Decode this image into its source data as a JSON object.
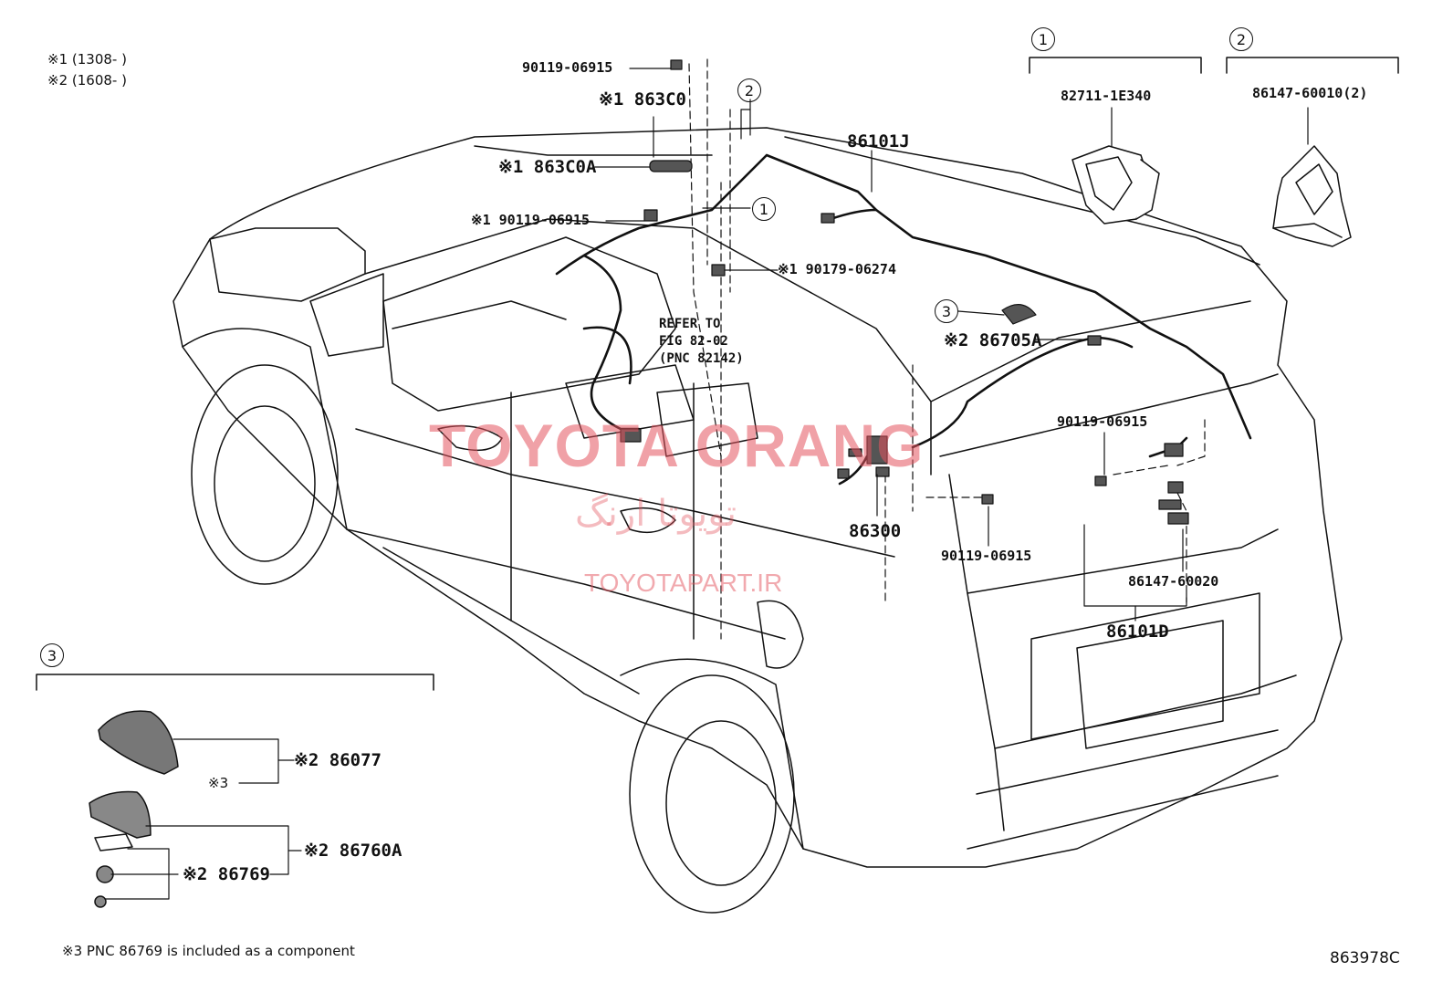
{
  "notes": {
    "n1": "※1 (1308-       )",
    "n2": "※2 (1608-       )",
    "n3": "※3 PNC 86769 is included as a component"
  },
  "labels": {
    "p90119_top": "90119-06915",
    "p863C0": "※1 863C0",
    "p863C0A": "※1 863C0A",
    "p90119_mid": "※1 90119-06915",
    "p90179": "※1 90179-06274",
    "p86101J": "86101J",
    "p86705A": "※2 86705A",
    "p90119_r": "90119-06915",
    "p86300": "86300",
    "p90119_b": "90119-06915",
    "p86147_60020": "86147-60020",
    "p86101D": "86101D",
    "p82711": "82711-1E340",
    "p86147_60010": "86147-60010(2)",
    "p86077": "※2 86077",
    "p86760A": "※2 86760A",
    "p86769": "※2 86769",
    "x3": "※3"
  },
  "refer": {
    "line1": "REFER TO",
    "line2": "FIG 82-02",
    "line3": "(PNC 82142)"
  },
  "callouts": {
    "c1": "1",
    "c2": "2",
    "c3": "3"
  },
  "watermark": {
    "main": "TOYOTA ORANG",
    "persian": "تویوتا ارنگ",
    "url": "TOYOTAPART.IR"
  },
  "diagram_code": "863978C"
}
